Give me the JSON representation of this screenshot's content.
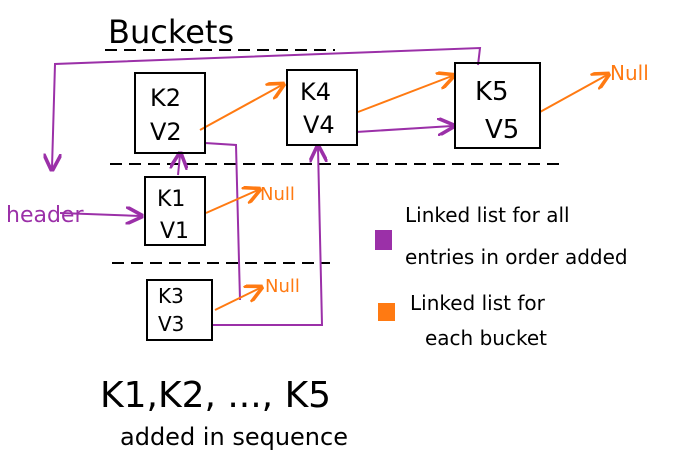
{
  "title": "Buckets",
  "header_label": "header",
  "null_label": "Null",
  "entries": [
    {
      "key": "K2",
      "value": "V2"
    },
    {
      "key": "K4",
      "value": "V4"
    },
    {
      "key": "K5",
      "value": "V5"
    },
    {
      "key": "K1",
      "value": "V1"
    },
    {
      "key": "K3",
      "value": "V3"
    }
  ],
  "legend": {
    "purple": {
      "line1": "Linked list for all",
      "line2": "entries in order added",
      "color": "#9b30a8"
    },
    "orange": {
      "line1": "Linked list for",
      "line2": "each bucket",
      "color": "#ff7a12"
    }
  },
  "sequence": {
    "line1": "K1,K2, ..., K5",
    "line2": "added in sequence"
  }
}
